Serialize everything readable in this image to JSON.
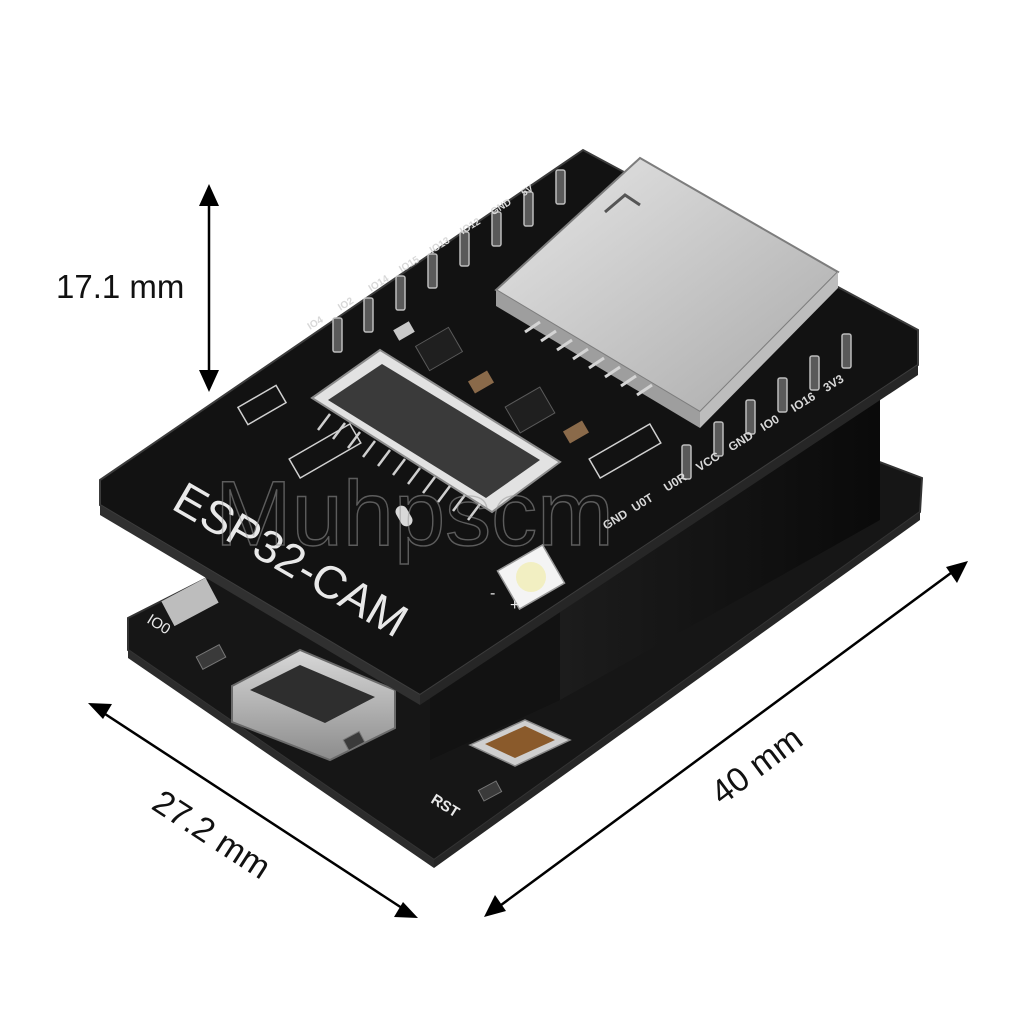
{
  "dimensions": {
    "height": "17.1 mm",
    "width": "27.2 mm",
    "length": "40 mm"
  },
  "board": {
    "name": "ESP32-CAM",
    "reset_label": "RST",
    "io0_label": "IO0",
    "led_polarity_minus": "-",
    "led_polarity_plus": "+",
    "pin_labels_right": [
      "3V3",
      "IO16",
      "IO0",
      "GND",
      "VCC",
      "U0R",
      "U0T",
      "GND"
    ],
    "pin_labels_left": [
      "5V",
      "GND",
      "IO12",
      "IO13",
      "IO15",
      "IO14",
      "IO2",
      "IO4"
    ]
  },
  "watermark": "Muhpscm",
  "colors": {
    "background": "#ffffff",
    "pcb": "#141414",
    "pcb_edge": "#2a2a2a",
    "silkscreen": "#e9e9e9",
    "metal": "#c9c9c9",
    "arrow": "#000000"
  }
}
